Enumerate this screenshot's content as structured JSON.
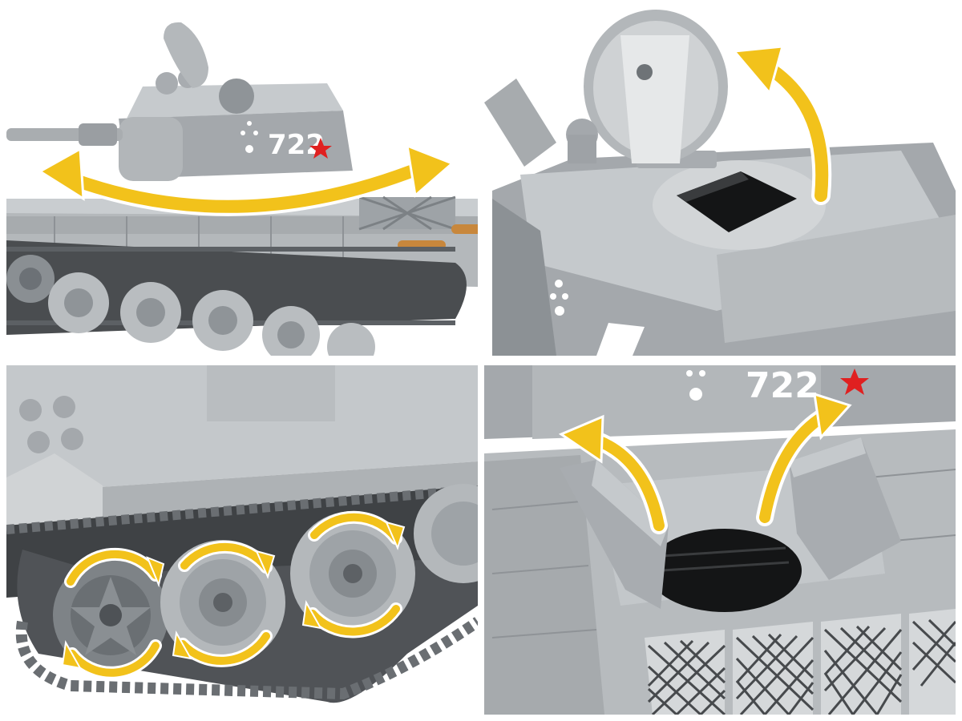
{
  "image": {
    "panels": [
      {
        "subject": "tank-turret-rotation"
      },
      {
        "subject": "turret-hatch-open"
      },
      {
        "subject": "road-wheels-rotate"
      },
      {
        "subject": "hull-hatches-open"
      }
    ],
    "turret_number": "722",
    "colors": {
      "body": "#9ea3a7",
      "body_light": "#c3c7ca",
      "body_dark": "#6c7176",
      "track": "#4a4d50",
      "arrow": "#f2c21b",
      "arrow_outline": "#ffffff",
      "star": "#e02020",
      "barrel_orange": "#c8873c"
    }
  }
}
